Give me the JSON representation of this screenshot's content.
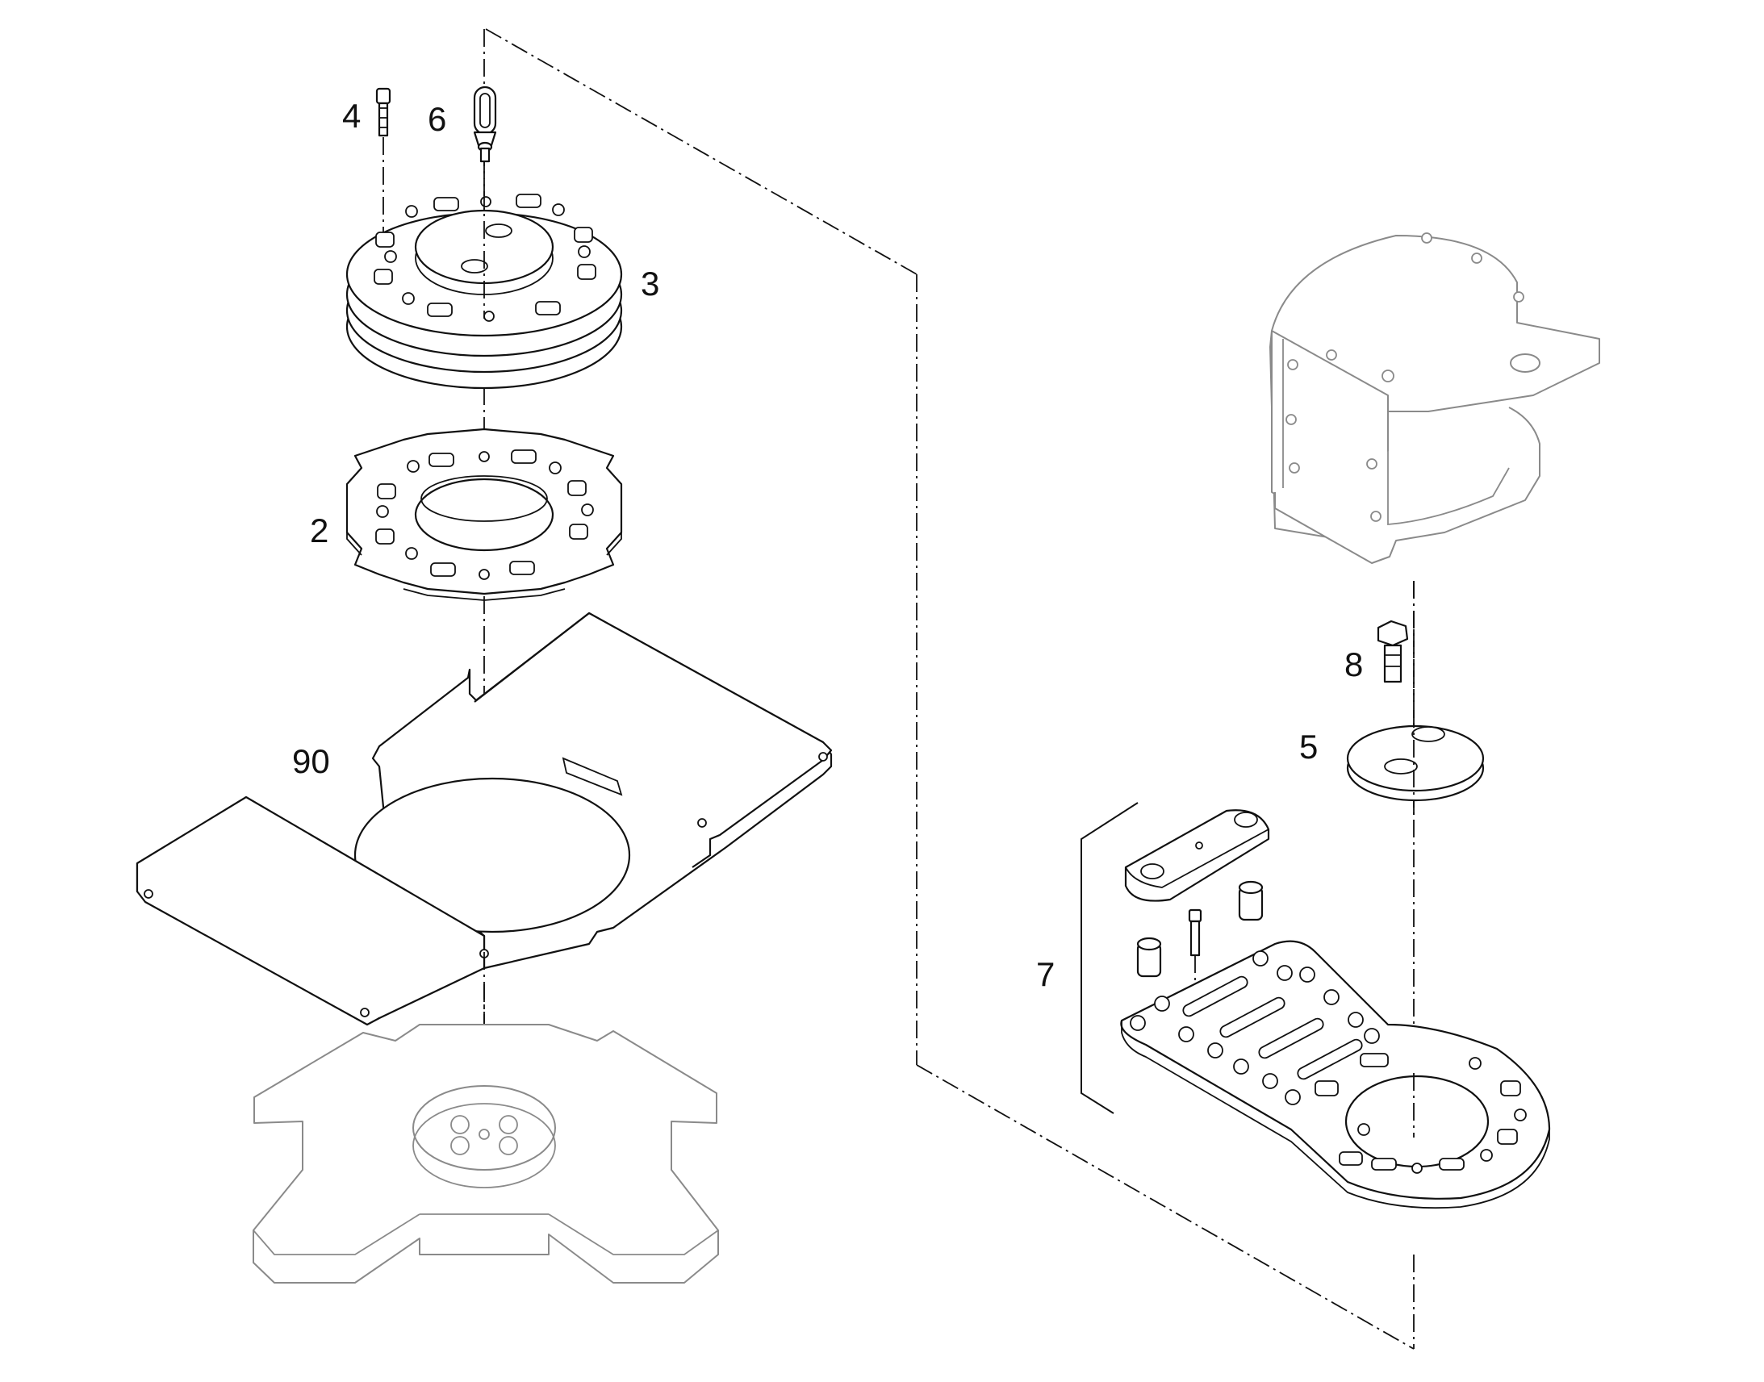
{
  "diagram": {
    "type": "exploded-assembly-drawing",
    "line_color": "#111111",
    "ghost_color": "#8a8a8a",
    "callouts": [
      {
        "id": "item-4",
        "label": "4"
      },
      {
        "id": "item-6",
        "label": "6"
      },
      {
        "id": "item-3",
        "label": "3"
      },
      {
        "id": "item-2",
        "label": "2"
      },
      {
        "id": "item-90",
        "label": "90"
      },
      {
        "id": "item-8",
        "label": "8"
      },
      {
        "id": "item-5",
        "label": "5"
      },
      {
        "id": "item-7",
        "label": "7"
      }
    ]
  }
}
